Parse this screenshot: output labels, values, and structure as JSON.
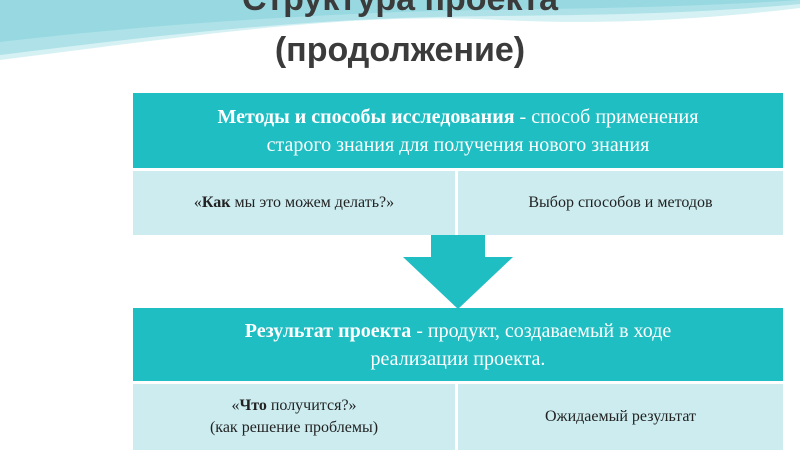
{
  "slide": {
    "title_line1": "Структура проекта",
    "title_line2": "(продолжение)"
  },
  "block1": {
    "head_bold": "Методы и способы исследования",
    "head_rest": " - способ применения",
    "head_line2": "старого знания для получения нового знания",
    "left_quote_open": "«",
    "left_bold": "Как",
    "left_rest": " мы это можем делать?»",
    "right": "Выбор способов и методов"
  },
  "block2": {
    "head_bold": "Результат проекта",
    "head_rest": " - продукт, создаваемый в ходе",
    "head_line2": "реализации проекта.",
    "left_quote_open": "«",
    "left_bold": "Что",
    "left_rest": " получится?»",
    "left_line2": "(как решение проблемы)",
    "right": "Ожидаемый результат"
  },
  "colors": {
    "accent": "#1fbec3",
    "cell_bg": "#ccecef",
    "title": "#3b3b3b"
  }
}
